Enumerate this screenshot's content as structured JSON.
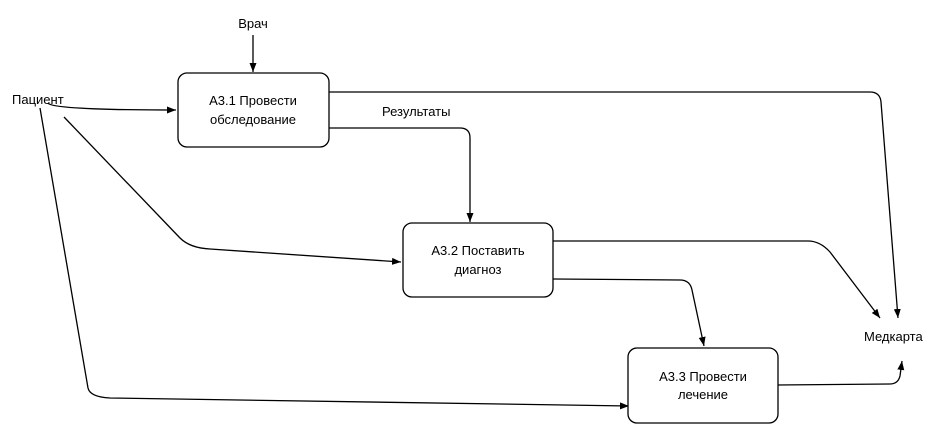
{
  "actors": {
    "doctor": "Врач",
    "patient": "Пациент",
    "record": "Медкарта"
  },
  "activities": {
    "a31": {
      "line1": "А3.1 Провести",
      "line2": "обследование"
    },
    "a32": {
      "line1": "А3.2 Поставить",
      "line2": "диагноз"
    },
    "a33": {
      "line1": "А3.3 Провести",
      "line2": "лечение"
    }
  },
  "flows": {
    "results": "Результаты"
  },
  "colors": {
    "stroke": "#000000",
    "fill": "#ffffff"
  }
}
